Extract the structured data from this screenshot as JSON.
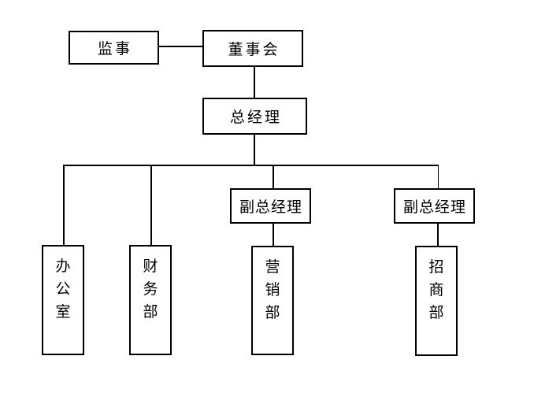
{
  "diagram": {
    "type": "org-chart",
    "colors": {
      "background": "#ffffff",
      "box_fill": "#ffffff",
      "box_border": "#000000",
      "line": "#000000",
      "text": "#000000"
    },
    "nodes": {
      "supervisor": {
        "label": "监事"
      },
      "board": {
        "label": "董事会"
      },
      "general_manager": {
        "label": "总经理"
      },
      "deputy_gm_left": {
        "label": "副总经理"
      },
      "deputy_gm_right": {
        "label": "副总经理"
      },
      "office": {
        "label": "办公室"
      },
      "finance_dept": {
        "label": "财务部"
      },
      "marketing_dept": {
        "label": "营销部"
      },
      "investment_dept": {
        "label": "招商部"
      }
    },
    "edges": [
      {
        "from": "supervisor",
        "to": "board"
      },
      {
        "from": "board",
        "to": "general_manager"
      },
      {
        "from": "general_manager",
        "to": "office"
      },
      {
        "from": "general_manager",
        "to": "finance_dept"
      },
      {
        "from": "general_manager",
        "to": "deputy_gm_left"
      },
      {
        "from": "general_manager",
        "to": "deputy_gm_right"
      },
      {
        "from": "deputy_gm_left",
        "to": "marketing_dept"
      },
      {
        "from": "deputy_gm_right",
        "to": "investment_dept"
      }
    ]
  }
}
